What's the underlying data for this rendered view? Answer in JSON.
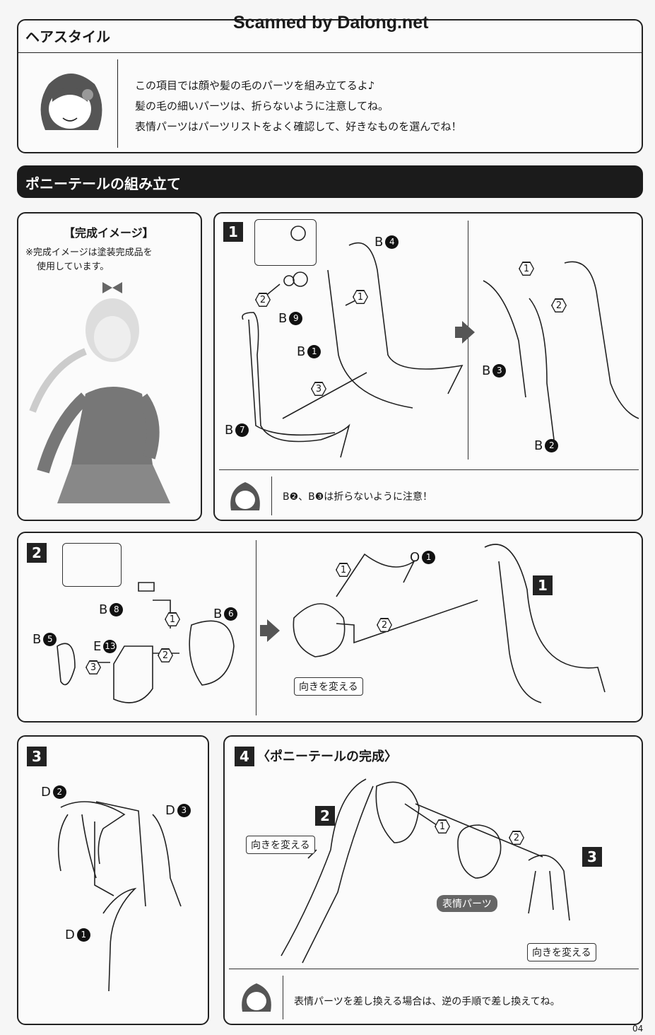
{
  "watermark": "Scanned by Dalong.net",
  "hairstyle": {
    "title": "ヘアスタイル",
    "lines": [
      "この項目では顔や髪の毛のパーツを組み立てるよ♪",
      "髪の毛の細いパーツは、折らないように注意してね。",
      "表情パーツはパーツリストをよく確認して、好きなものを選んでね！"
    ]
  },
  "banner": "ポニーテールの組み立て",
  "complete": {
    "title": "【完成イメージ】",
    "note1": "※完成イメージは塗装完成品を",
    "note2": "使用しています。"
  },
  "step1": {
    "num": "1",
    "parts": {
      "b4": "B",
      "b4n": "4",
      "b9": "B",
      "b9n": "9",
      "b1": "B",
      "b1n": "1",
      "b7": "B",
      "b7n": "7",
      "b3": "B",
      "b3n": "3",
      "b2": "B",
      "b2n": "2"
    },
    "order": [
      "1",
      "2",
      "3",
      "1",
      "2"
    ],
    "caution": "B❷、B❸は折らないように注意！"
  },
  "step2": {
    "num": "2",
    "parts": {
      "b8": "B",
      "b8n": "8",
      "b6": "B",
      "b6n": "6",
      "b5": "B",
      "b5n": "5",
      "e13": "E",
      "e13n": "13",
      "o1": "O",
      "o1n": "1"
    },
    "order": [
      "1",
      "2",
      "3",
      "1",
      "2"
    ],
    "turn": "向きを変える",
    "ref": "1"
  },
  "step3": {
    "num": "3",
    "parts": {
      "d2": "D",
      "d2n": "2",
      "d3": "D",
      "d3n": "3",
      "d1": "D",
      "d1n": "1"
    }
  },
  "step4": {
    "num": "4",
    "title": "〈ポニーテールの完成〉",
    "ref2": "2",
    "ref3": "3",
    "order": [
      "1",
      "2"
    ],
    "turn1": "向きを変える",
    "turn2": "向きを変える",
    "face": "表情パーツ",
    "note": "表情パーツを差し換える場合は、逆の手順で差し換えてね。"
  },
  "page_number": "04"
}
